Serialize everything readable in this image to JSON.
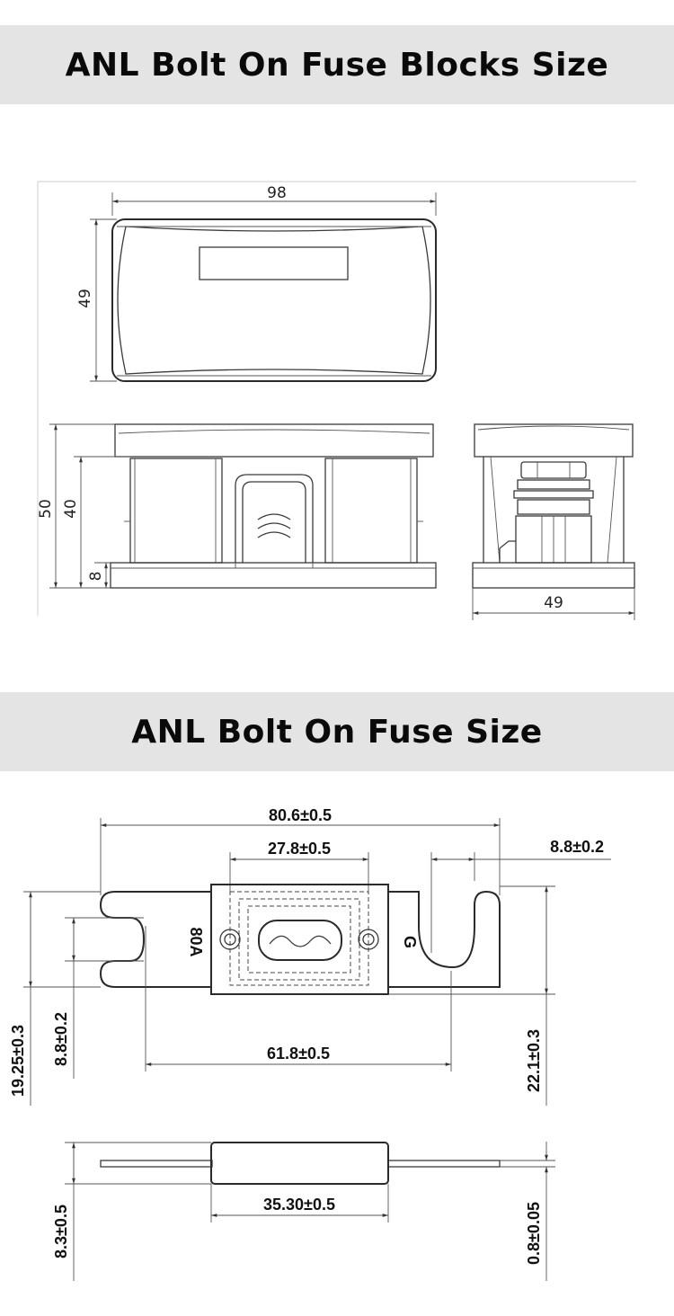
{
  "sections": {
    "blocks_title": "ANL Bolt On Fuse Blocks Size",
    "fuse_title": "ANL Bolt On Fuse Size"
  },
  "block_dims": {
    "top_width": "98",
    "top_height": "49",
    "front_total": "50",
    "front_inner": "40",
    "front_base": "8",
    "side_width": "49"
  },
  "fuse_dims": {
    "overall_length": "80.6±0.5",
    "body_width": "27.8±0.5",
    "slot_width": "8.8±0.2",
    "mount_spacing": "61.8±0.5",
    "left_height": "19.25±0.3",
    "slot_height": "8.8±0.2",
    "body_height": "22.1±0.3",
    "side_body_length": "35.30±0.5",
    "side_thickness": "8.3±0.5",
    "blade_thickness": "0.8±0.05",
    "rating_label": "80A",
    "brand_label": "G"
  }
}
